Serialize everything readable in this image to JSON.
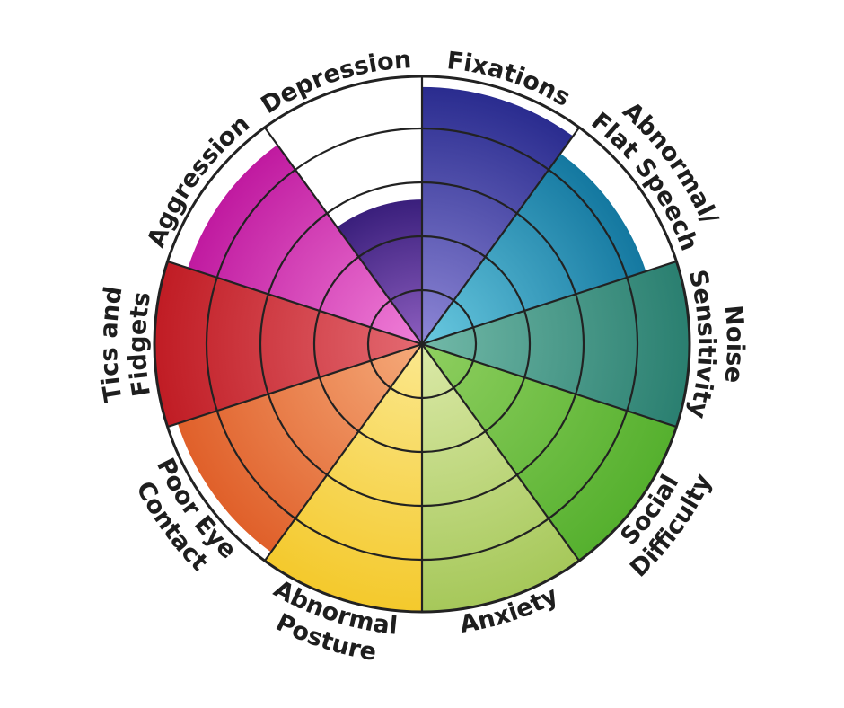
{
  "chart_data": {
    "type": "polar-area",
    "title": "",
    "rings": 5,
    "max_value": 5,
    "grid": true,
    "start": "top, clockwise",
    "segments": [
      {
        "label": "Fixations",
        "lines": [
          "Fixations"
        ],
        "value": 4.8,
        "color_outer": "#2a2c8f",
        "color_inner": "#8e87d6"
      },
      {
        "label": "Abnormal/ Flat Speech",
        "lines": [
          "Abnormal/",
          "Flat Speech"
        ],
        "value": 4.4,
        "color_outer": "#1478a0",
        "color_inner": "#69c9e0"
      },
      {
        "label": "Noise Sensitivity",
        "lines": [
          "Noise",
          "Sensitivity"
        ],
        "value": 5,
        "color_outer": "#2a7f70",
        "color_inner": "#72b9a8"
      },
      {
        "label": "Social Difficulty",
        "lines": [
          "Social",
          "Difficulty"
        ],
        "value": 5,
        "color_outer": "#55b02e",
        "color_inner": "#8fcf60"
      },
      {
        "label": "Anxiety",
        "lines": [
          "Anxiety"
        ],
        "value": 5,
        "color_outer": "#a6c85a",
        "color_inner": "#dbe9a8"
      },
      {
        "label": "Abnormal Posture",
        "lines": [
          "Abnormal",
          "Posture"
        ],
        "value": 5,
        "color_outer": "#f4c92c",
        "color_inner": "#fbe88e"
      },
      {
        "label": "Poor Eye Contact",
        "lines": [
          "Poor Eye",
          "Contact"
        ],
        "value": 4.8,
        "color_outer": "#e0602a",
        "color_inner": "#f5aa7a"
      },
      {
        "label": "Tics and Fidgets",
        "lines": [
          "Tics and",
          "Fidgets"
        ],
        "value": 5,
        "color_outer": "#c01c24",
        "color_inner": "#e46a72"
      },
      {
        "label": "Aggression",
        "lines": [
          "Aggression"
        ],
        "value": 4.6,
        "color_outer": "#c01aa0",
        "color_inner": "#f080d8"
      },
      {
        "label": "Depression",
        "lines": [
          "Depression"
        ],
        "value": 2.7,
        "color_outer": "#3a1f7c",
        "color_inner": "#8e5fc0"
      }
    ]
  }
}
